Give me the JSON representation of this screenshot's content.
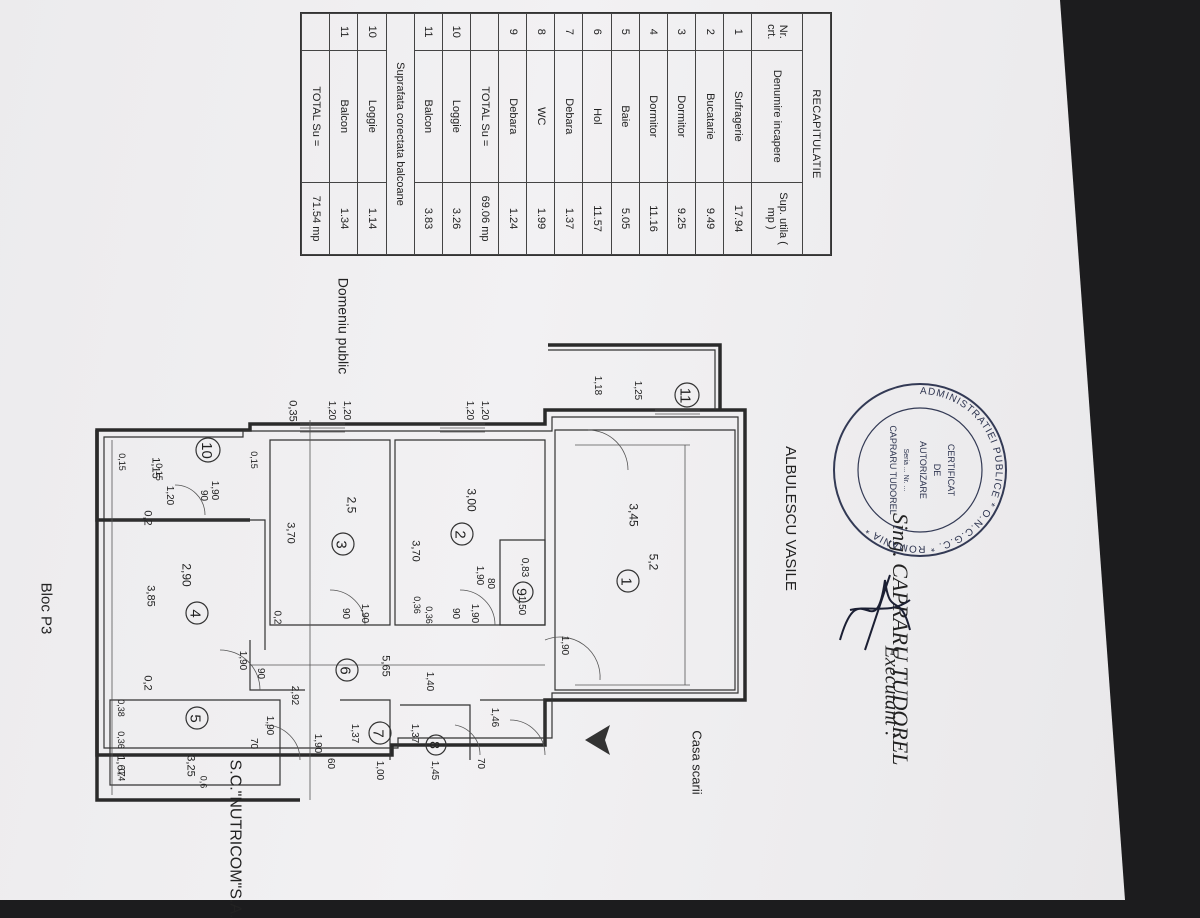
{
  "document": {
    "bloc": "Bloc P3",
    "company": "S.C.\"NUTRICOM\"S.A.",
    "public_domain": "Domeniu public",
    "street": "ALBULESCU VASILE",
    "stairwell": "Casa scarii",
    "executant_label": "Executant :",
    "executant_name": "Sing. CAPRARU TUDOREL"
  },
  "seal": {
    "ring_text": "ADMINISTRATIEI PUBLICE * O.N.C.G.C. * ROMANIA *",
    "line1": "CERTIFICAT",
    "line2": "DE",
    "line3": "AUTORIZARE",
    "line4": "CAPRARU TUDOREL",
    "series": "Seria ... Nr. ..."
  },
  "recap": {
    "title": "RECAPITULATIE",
    "headers": {
      "nr": "Nr. crt.",
      "name": "Denumire incapere",
      "area": "Sup. utila ( mp )"
    },
    "rows": [
      {
        "nr": "1",
        "name": "Sufragerie",
        "area": "17.94"
      },
      {
        "nr": "2",
        "name": "Bucatarie",
        "area": "9.49"
      },
      {
        "nr": "3",
        "name": "Dormitor",
        "area": "9.25"
      },
      {
        "nr": "4",
        "name": "Dormitor",
        "area": "11.16"
      },
      {
        "nr": "5",
        "name": "Baie",
        "area": "5.05"
      },
      {
        "nr": "6",
        "name": "Hol",
        "area": "11.57"
      },
      {
        "nr": "7",
        "name": "Debara",
        "area": "1.37"
      },
      {
        "nr": "8",
        "name": "WC",
        "area": "1.99"
      },
      {
        "nr": "9",
        "name": "Debara",
        "area": "1.24"
      }
    ],
    "total1_label": "TOTAL Su =",
    "total1_value": "69.06 mp",
    "balcony_rows": [
      {
        "nr": "10",
        "name": "Loggie",
        "area": "3.26"
      },
      {
        "nr": "11",
        "name": "Balcon",
        "area": "3.83"
      }
    ],
    "corrected_label": "Suprafata corectata balcoane",
    "corrected_rows": [
      {
        "nr": "10",
        "name": "Loggie",
        "area": "1.14"
      },
      {
        "nr": "11",
        "name": "Balcon",
        "area": "1.34"
      }
    ],
    "total2_label": "TOTAL Su =",
    "total2_value": "71.54 mp"
  },
  "plan": {
    "rooms": [
      "1",
      "2",
      "3",
      "4",
      "5",
      "6",
      "7",
      "8",
      "9",
      "10",
      "11"
    ],
    "dims": {
      "d167": "1,67",
      "d036a": "0,36",
      "d038": "0,38",
      "d02a": "0,2",
      "d02b": "0,2",
      "d385": "3,85",
      "d02c": "0,2",
      "d115": "1,15",
      "d015a": "0,15",
      "d035": "0,35",
      "d120a": "1,20",
      "d120b": "1,20",
      "d325": "3,25",
      "d06a": "0,6",
      "d290": "2,90",
      "d370a": "3,70",
      "d25": "2,5",
      "d370b": "3,70",
      "d300": "3,00",
      "d345": "3,45",
      "d52": "5,2",
      "d565": "5,65",
      "d140": "1,40",
      "d146": "1,46",
      "d137a": "1,37",
      "d137b": "1,37",
      "d100": "1,00",
      "d145": "1,45",
      "d292": "2,92",
      "d190a": "1,90",
      "d190b": "1,90",
      "d190c": "1,90",
      "d190d": "1,90",
      "d190e": "1,90",
      "d190f": "1,90",
      "d190g": "1,90",
      "d190h": "1,90",
      "d90a": "90",
      "d90b": "90",
      "d90c": "90",
      "d90d": "90",
      "d80": "80",
      "d70a": "70",
      "d70b": "70",
      "d60": "60",
      "d150": "1,50",
      "d083": "0,83",
      "d118": "1,18",
      "d125": "1,25",
      "d120c": "1,20",
      "d120d": "1,20",
      "d120e": "1,20",
      "d015b": "0,15",
      "d015c": "0,15",
      "d04": "0,4",
      "d036b": "0,36",
      "d036c": "0,36"
    }
  }
}
